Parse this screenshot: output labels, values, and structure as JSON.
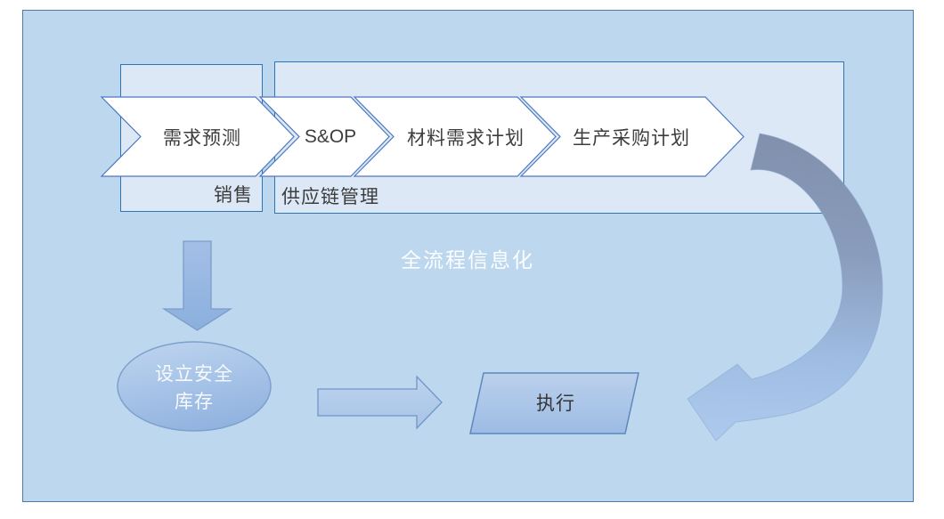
{
  "diagram": {
    "groups": {
      "sales": {
        "label": "销售"
      },
      "scm": {
        "label": "供应链管理"
      }
    },
    "process_chevrons": [
      {
        "label": "需求预测"
      },
      {
        "label": "S&OP"
      },
      {
        "label": "材料需求计划"
      },
      {
        "label": "生产采购计划"
      }
    ],
    "overlay_caption": "全流程信息化",
    "safety_stock_node": {
      "label_line1": "设立安全",
      "label_line2": "库存"
    },
    "execute_node": {
      "label": "执行"
    }
  },
  "colors": {
    "page_bg": "#ffffff",
    "panel_fill": "#bdd7ee",
    "panel_border": "#4b79a8",
    "group_fill": "#dce8f5",
    "group_border": "#2e75b6",
    "chevron_fill": "#ffffff",
    "chevron_border": "#4d77c2",
    "down_arrow_top": "#a3bfe7",
    "down_arrow_bottom": "#8bafdd",
    "down_arrow_border": "#7d9cc9",
    "right_arrow_top": "#bed3ee",
    "right_arrow_bottom": "#a6c3e7",
    "right_arrow_border": "#6f96c8",
    "ellipse_top": "#bdd4ef",
    "ellipse_bottom": "#92b3e0",
    "ellipse_border": "#7da1cc",
    "parallelogram_top": "#bbd0ec",
    "parallelogram_bottom": "#9cbce4",
    "parallelogram_border": "#5c88bd",
    "curve_arrow_top": "#8090ac",
    "curve_arrow_mid": "#8a9cbc",
    "curve_arrow_low": "#9fbce2",
    "curve_arrow_bottom": "#adcaee",
    "curve_arrow_border": "#89a7cf",
    "text_dark": "#3d3d3d",
    "text_light": "#ffffff"
  }
}
